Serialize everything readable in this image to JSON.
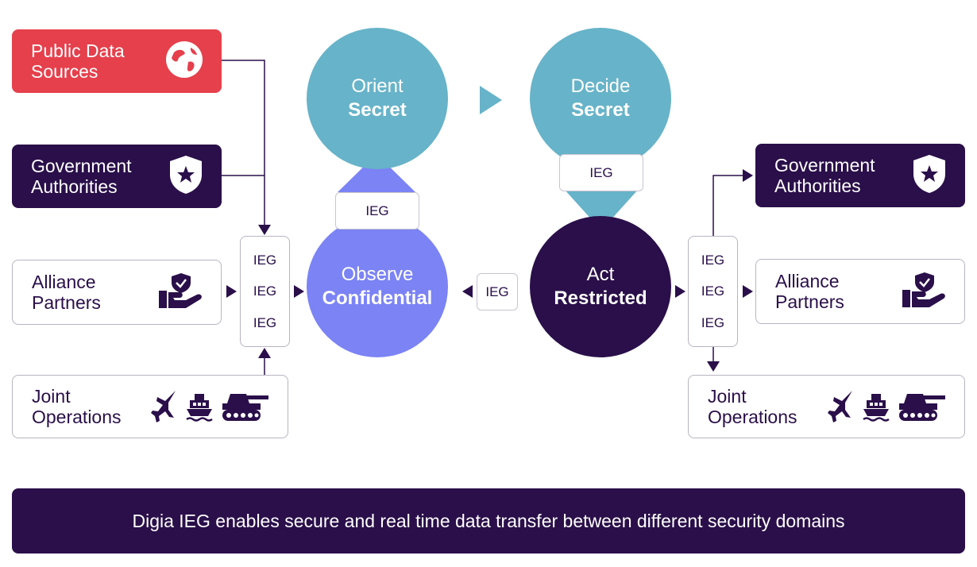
{
  "left_sources": {
    "public_data": {
      "label": "Public Data\nSources",
      "icon": "globe-icon",
      "color": "#e5404c"
    },
    "government": {
      "label": "Government\nAuthorities",
      "icon": "shield-star-icon",
      "color": "#2a0f4a"
    },
    "alliance": {
      "label": "Alliance\nPartners",
      "icon": "hand-shield-icon"
    },
    "joint_ops": {
      "label": "Joint\nOperations",
      "icons": [
        "jet-icon",
        "ship-icon",
        "tank-icon"
      ]
    }
  },
  "right_targets": {
    "government": {
      "label": "Government\nAuthorities",
      "icon": "shield-star-icon"
    },
    "alliance": {
      "label": "Alliance\nPartners",
      "icon": "hand-shield-icon"
    },
    "joint_ops": {
      "label": "Joint\nOperations",
      "icons": [
        "jet-icon",
        "ship-icon",
        "tank-icon"
      ]
    }
  },
  "gateways": {
    "left_stack": [
      "IEG",
      "IEG",
      "IEG"
    ],
    "right_stack": [
      "IEG",
      "IEG",
      "IEG"
    ],
    "observe_to_orient": "IEG",
    "decide_to_act": "IEG",
    "act_to_observe": "IEG"
  },
  "ooda": {
    "orient": {
      "line1": "Orient",
      "line2": "Secret",
      "color": "#67b3c9"
    },
    "decide": {
      "line1": "Decide",
      "line2": "Secret",
      "color": "#67b3c9"
    },
    "observe": {
      "line1": "Observe",
      "line2": "Confidential",
      "color": "#7b83f5"
    },
    "act": {
      "line1": "Act",
      "line2": "Restricted",
      "color": "#2a0f4a"
    }
  },
  "banner": "Digia IEG enables secure and real time data transfer between different security domains",
  "colors": {
    "dark": "#2a0f4a",
    "red": "#e5404c",
    "teal": "#67b3c9",
    "periwinkle": "#7b83f5"
  }
}
